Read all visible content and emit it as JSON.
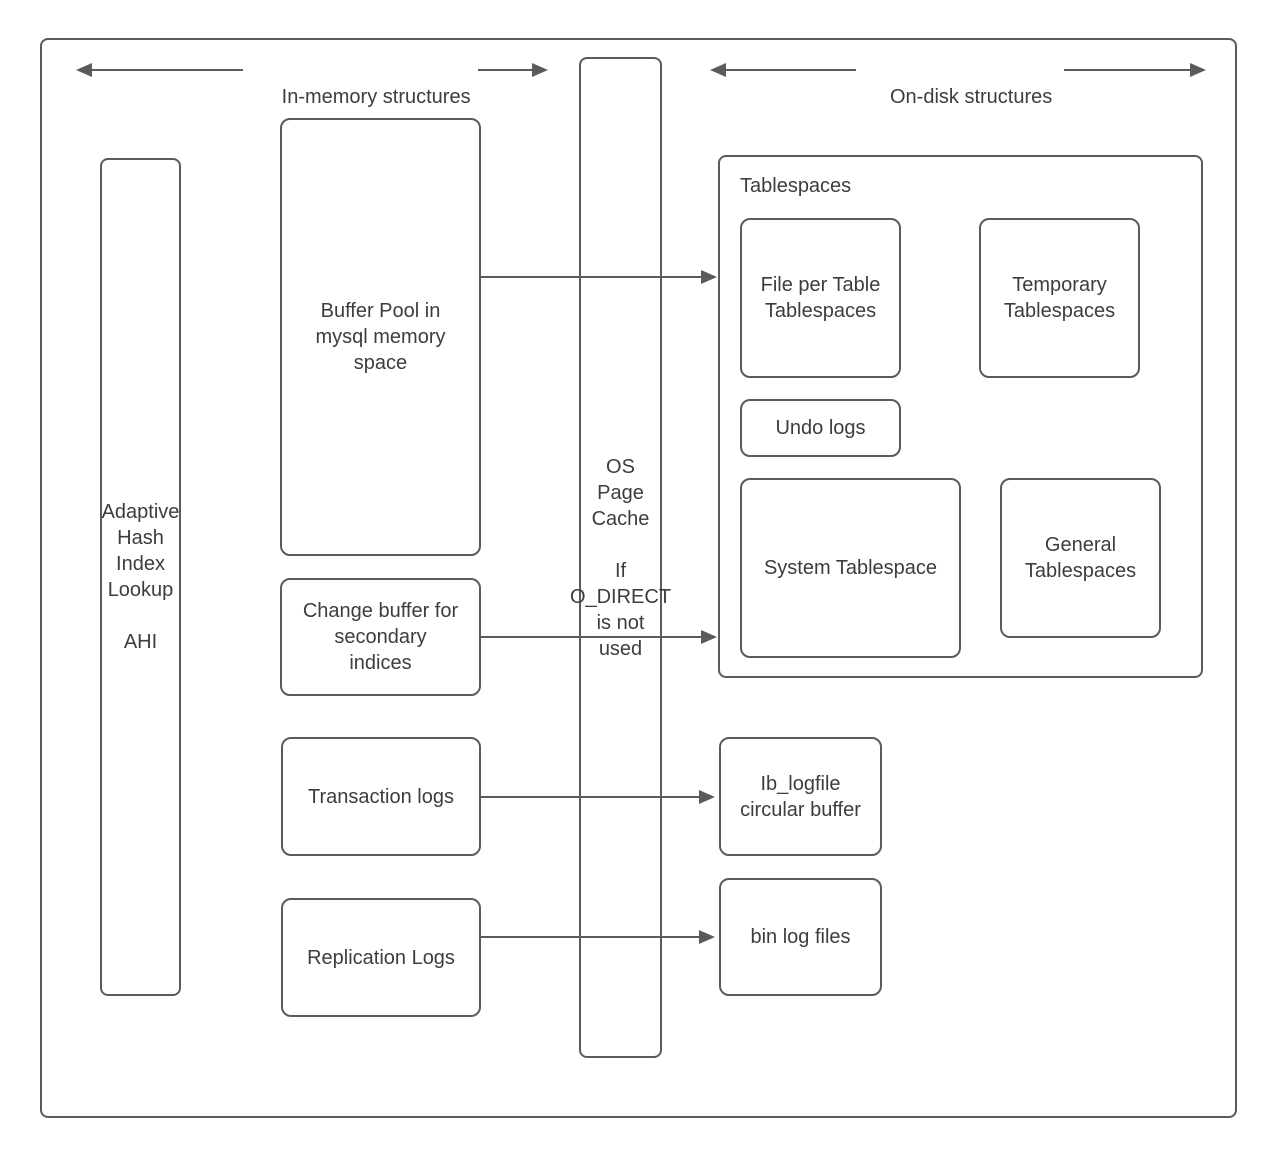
{
  "colors": {
    "stroke": "#5b5b5b",
    "text": "#3d3d3d",
    "background": "#ffffff"
  },
  "headers": {
    "in_memory_label": "In-memory structures",
    "on_disk_label": "On-disk structures"
  },
  "nodes": {
    "ahi": "Adaptive\nHash\nIndex\nLookup\n\nAHI",
    "buffer_pool": "Buffer Pool in\nmysql memory\nspace",
    "change_buffer": "Change buffer for\nsecondary\nindices",
    "transaction_logs": "Transaction logs",
    "replication_logs": "Replication Logs",
    "os_page_cache": "OS\nPage\nCache\n\nIf\nO_DIRECT\nis not\nused",
    "tablespaces_label": "Tablespaces",
    "file_per_table": "File per Table\nTablespaces",
    "temporary_tablespaces": "Temporary\nTablespaces",
    "undo_logs": "Undo logs",
    "system_tablespace": "System Tablespace",
    "general_tablespaces": "General\nTablespaces",
    "ib_logfile": "Ib_logfile\ncircular buffer",
    "bin_log_files": "bin log files"
  },
  "arrows": [
    {
      "id": "in-memory-left",
      "direction": "left"
    },
    {
      "id": "in-memory-right",
      "direction": "right"
    },
    {
      "id": "on-disk-left",
      "direction": "left"
    },
    {
      "id": "on-disk-right",
      "direction": "right"
    },
    {
      "id": "buffer-pool-to-tablespaces",
      "direction": "right"
    },
    {
      "id": "change-buffer-to-tablespaces",
      "direction": "right"
    },
    {
      "id": "transaction-logs-to-ib-logfile",
      "direction": "right"
    },
    {
      "id": "replication-logs-to-bin-log-files",
      "direction": "right"
    }
  ]
}
